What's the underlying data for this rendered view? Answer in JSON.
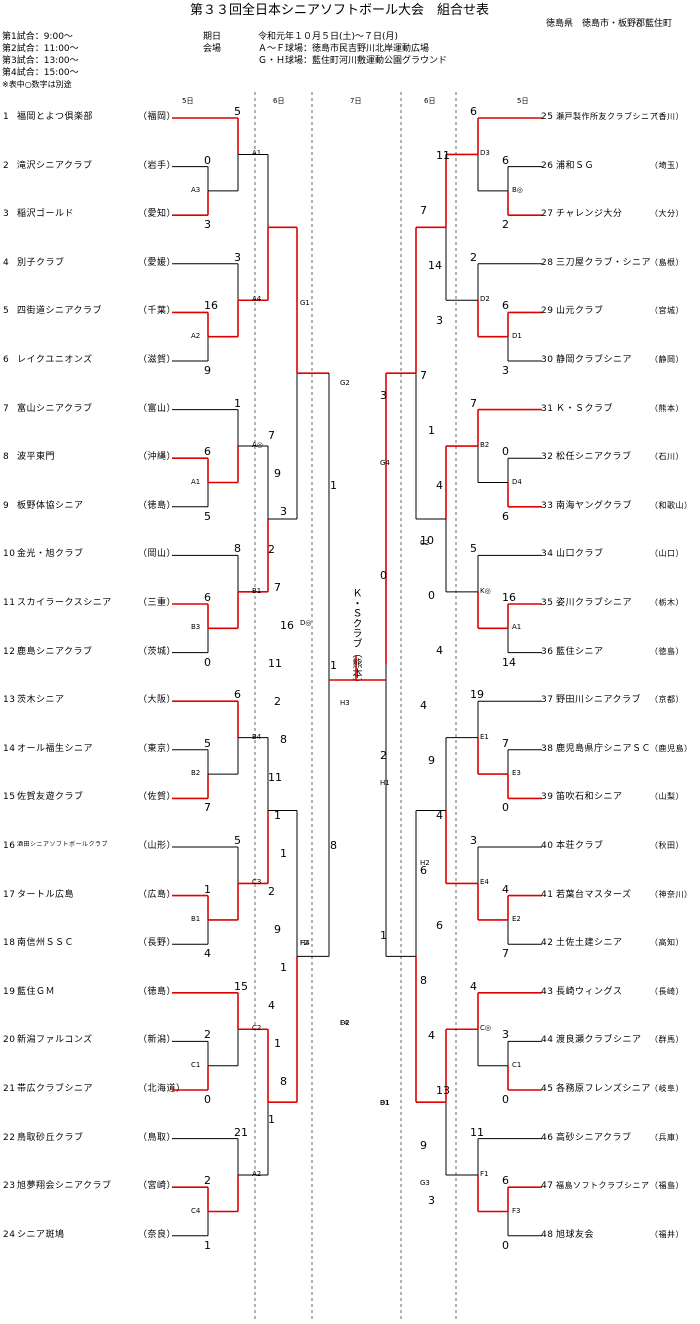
{
  "header": {
    "title": "第３３回全日本シニアソフトボール大会　組合せ表",
    "host": "徳島県　徳島市・板野郡藍住町",
    "schedule": [
      "第1試合：9:00～",
      "第2試合：11:00～",
      "第3試合：13:00～",
      "第4試合：15:00～",
      "※表中○数字は別途"
    ],
    "dates_label": "期日",
    "dates_value": "令和元年１０月５日(土)～７日(月)",
    "venue_label": "会場",
    "venue_1": "Ａ～Ｆ球場：徳島市民吉野川北岸運動広場",
    "venue_2": "Ｇ・Ｈ球場：藍住町河川敷運動公園グラウンド"
  },
  "days": [
    "5日",
    "6日",
    "7日",
    "6日",
    "5日"
  ],
  "champion": "Ｋ・Ｓクラブ（熊本）",
  "left_teams": [
    {
      "no": "1",
      "name": "福岡とよつ倶楽部",
      "pref": "（福岡）"
    },
    {
      "no": "2",
      "name": "滝沢シニアクラブ",
      "pref": "（岩手）"
    },
    {
      "no": "3",
      "name": "稲沢ゴールド",
      "pref": "（愛知）"
    },
    {
      "no": "4",
      "name": "別子クラブ",
      "pref": "（愛媛）"
    },
    {
      "no": "5",
      "name": "四街道シニアクラブ",
      "pref": "（千葉）"
    },
    {
      "no": "6",
      "name": "レイクユニオンズ",
      "pref": "（滋賀）"
    },
    {
      "no": "7",
      "name": "富山シニアクラブ",
      "pref": "（富山）"
    },
    {
      "no": "8",
      "name": "波平東門",
      "pref": "（沖縄）"
    },
    {
      "no": "9",
      "name": "板野体協シニア",
      "pref": "（徳島）"
    },
    {
      "no": "10",
      "name": "金光・旭クラブ",
      "pref": "（岡山）"
    },
    {
      "no": "11",
      "name": "スカイラークスシニア",
      "pref": "（三重）"
    },
    {
      "no": "12",
      "name": "鹿島シニアクラブ",
      "pref": "（茨城）"
    },
    {
      "no": "13",
      "name": "茨木シニア",
      "pref": "（大阪）"
    },
    {
      "no": "14",
      "name": "オール福生シニア",
      "pref": "（東京）"
    },
    {
      "no": "15",
      "name": "佐賀友遊クラブ",
      "pref": "（佐賀）"
    },
    {
      "no": "16",
      "name": "酒田シニアソフトボールクラブ",
      "pref": "（山形）"
    },
    {
      "no": "17",
      "name": "タートル広島",
      "pref": "（広島）"
    },
    {
      "no": "18",
      "name": "南信州ＳＳＣ",
      "pref": "（長野）"
    },
    {
      "no": "19",
      "name": "藍住ＧＭ",
      "pref": "（徳島）"
    },
    {
      "no": "20",
      "name": "新潟ファルコンズ",
      "pref": "（新潟）"
    },
    {
      "no": "21",
      "name": "帯広クラブシニア",
      "pref": "（北海道）"
    },
    {
      "no": "22",
      "name": "鳥取砂丘クラブ",
      "pref": "（鳥取）"
    },
    {
      "no": "23",
      "name": "旭夢翔会シニアクラブ",
      "pref": "（宮崎）"
    },
    {
      "no": "24",
      "name": "シニア斑鳩",
      "pref": "（奈良）"
    }
  ],
  "right_teams": [
    {
      "no": "25",
      "name": "瀬戸製作所友クラブシニア",
      "pref": "（香川）"
    },
    {
      "no": "26",
      "name": "浦和ＳＧ",
      "pref": "（埼玉）"
    },
    {
      "no": "27",
      "name": "チャレンジ大分",
      "pref": "（大分）"
    },
    {
      "no": "28",
      "name": "三刀屋クラブ・シニア",
      "pref": "（島根）"
    },
    {
      "no": "29",
      "name": "山元クラブ",
      "pref": "（宮城）"
    },
    {
      "no": "30",
      "name": "静岡クラブシニア",
      "pref": "（静岡）"
    },
    {
      "no": "31",
      "name": "Ｋ・Ｓクラブ",
      "pref": "（熊本）"
    },
    {
      "no": "32",
      "name": "松任シニアクラブ",
      "pref": "（石川）"
    },
    {
      "no": "33",
      "name": "南海ヤングクラブ",
      "pref": "（和歌山）"
    },
    {
      "no": "34",
      "name": "山口クラブ",
      "pref": "（山口）"
    },
    {
      "no": "35",
      "name": "姿川クラブシニア",
      "pref": "（栃木）"
    },
    {
      "no": "36",
      "name": "藍住シニア",
      "pref": "（徳島）"
    },
    {
      "no": "37",
      "name": "野田川シニアクラブ",
      "pref": "（京都）"
    },
    {
      "no": "38",
      "name": "鹿児島県庁シニアＳＣ",
      "pref": "（鹿児島）"
    },
    {
      "no": "39",
      "name": "笛吹石和シニア",
      "pref": "（山梨）"
    },
    {
      "no": "40",
      "name": "本荘クラブ",
      "pref": "（秋田）"
    },
    {
      "no": "41",
      "name": "若葉台マスターズ",
      "pref": "（神奈川）"
    },
    {
      "no": "42",
      "name": "土佐土建シニア",
      "pref": "（高知）"
    },
    {
      "no": "43",
      "name": "長崎ウィングス",
      "pref": "（長崎）"
    },
    {
      "no": "44",
      "name": "渡良瀬クラブシニア",
      "pref": "（群馬）"
    },
    {
      "no": "45",
      "name": "各務原フレンズシニア",
      "pref": "（岐阜）"
    },
    {
      "no": "46",
      "name": "高砂シニアクラブ",
      "pref": "（兵庫）"
    },
    {
      "no": "47",
      "name": "福島ソフトクラブシニア",
      "pref": "（福島）"
    },
    {
      "no": "48",
      "name": "旭球友会",
      "pref": "（福井）"
    }
  ],
  "scores": [
    "5",
    "0",
    "3",
    "3",
    "16",
    "9",
    "1",
    "6",
    "5",
    "8",
    "6",
    "0",
    "6",
    "5",
    "7",
    "5",
    "1",
    "4",
    "15",
    "2",
    "0",
    "21",
    "2",
    "1",
    "7",
    "9",
    "3",
    "2",
    "7",
    "16",
    "11",
    "2",
    "8",
    "11",
    "1",
    "1",
    "2",
    "9",
    "1",
    "4",
    "1",
    "8",
    "1",
    "3",
    "1",
    "0",
    "1",
    "2",
    "8",
    "1",
    "6",
    "6",
    "2",
    "2",
    "6",
    "3",
    "7",
    "0",
    "6",
    "5",
    "16",
    "14",
    "19",
    "7",
    "0",
    "3",
    "4",
    "7",
    "4",
    "3",
    "0",
    "11",
    "6",
    "0",
    "6",
    "8",
    "4",
    "13",
    "9",
    "3",
    "11",
    "7",
    "14",
    "3",
    "7",
    "1",
    "4",
    "10",
    "0",
    "4",
    "4",
    "9",
    "4",
    "6"
  ],
  "matches": [
    "A3",
    "A1",
    "A2",
    "A4",
    "A1",
    "A◎",
    "B3",
    "B1",
    "B2",
    "B4",
    "B1",
    "C3",
    "C1",
    "C2",
    "C4",
    "A2",
    "B◎",
    "D3",
    "D1",
    "D2",
    "D4",
    "B2",
    "A1",
    "K◎",
    "E3",
    "E1",
    "E2",
    "E4",
    "C1",
    "C◎",
    "F3",
    "F1",
    "F2",
    "F4",
    "D1",
    "G3",
    "G1",
    "G2",
    "G4",
    "C2",
    "D◎",
    "H3",
    "H1",
    "H2",
    "H4",
    "D2",
    "B1"
  ]
}
